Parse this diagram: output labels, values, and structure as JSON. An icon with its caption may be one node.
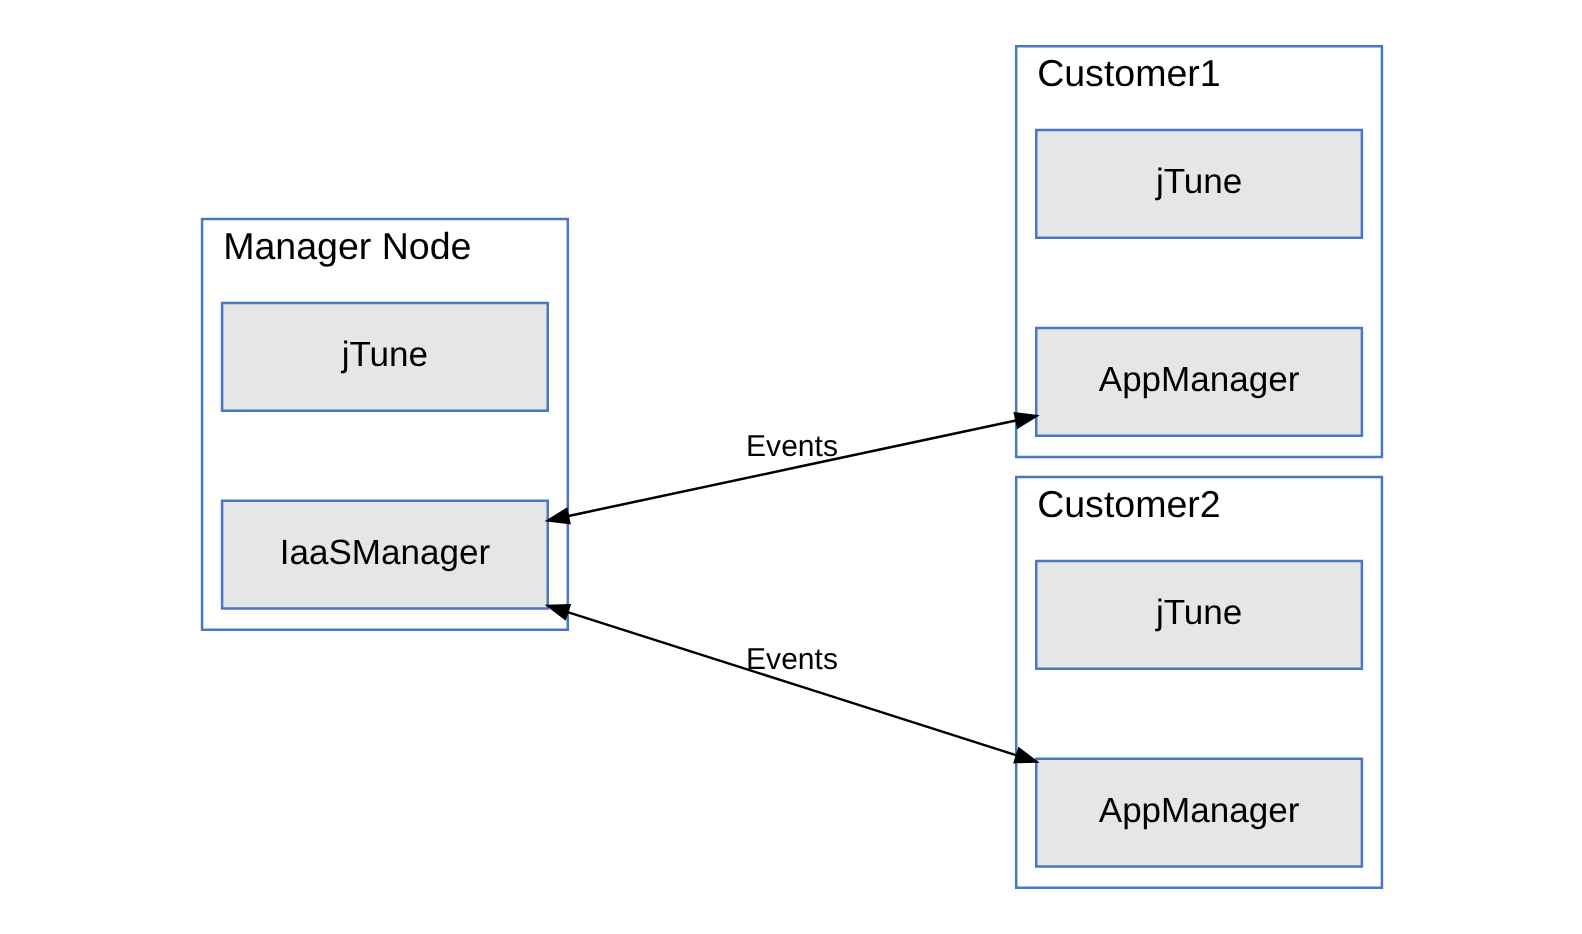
{
  "diagram": {
    "nodes": [
      {
        "text": [
          "Manager Node"
        ]
      },
      {
        "text": [
          "IaaSManager"
        ],
        "in": 0
      },
      {
        "text": [
          "jTune"
        ],
        "in": 0
      },
      {
        "text": [
          "Customer1"
        ]
      },
      {
        "text": [
          "AppManager"
        ],
        "in": 3
      },
      {
        "text": [
          "jTune"
        ],
        "in": 3
      },
      {
        "text": [
          "Customer2"
        ]
      },
      {
        "text": [
          "AppManager"
        ],
        "in": 6
      },
      {
        "text": [
          "jTune"
        ],
        "in": 6
      }
    ],
    "edges": [
      {
        "from": 1,
        "to": 4,
        "arrow": "both",
        "label": "Events"
      },
      {
        "from": 1,
        "to": 7,
        "arrow": "both",
        "label": "Events"
      }
    ]
  }
}
